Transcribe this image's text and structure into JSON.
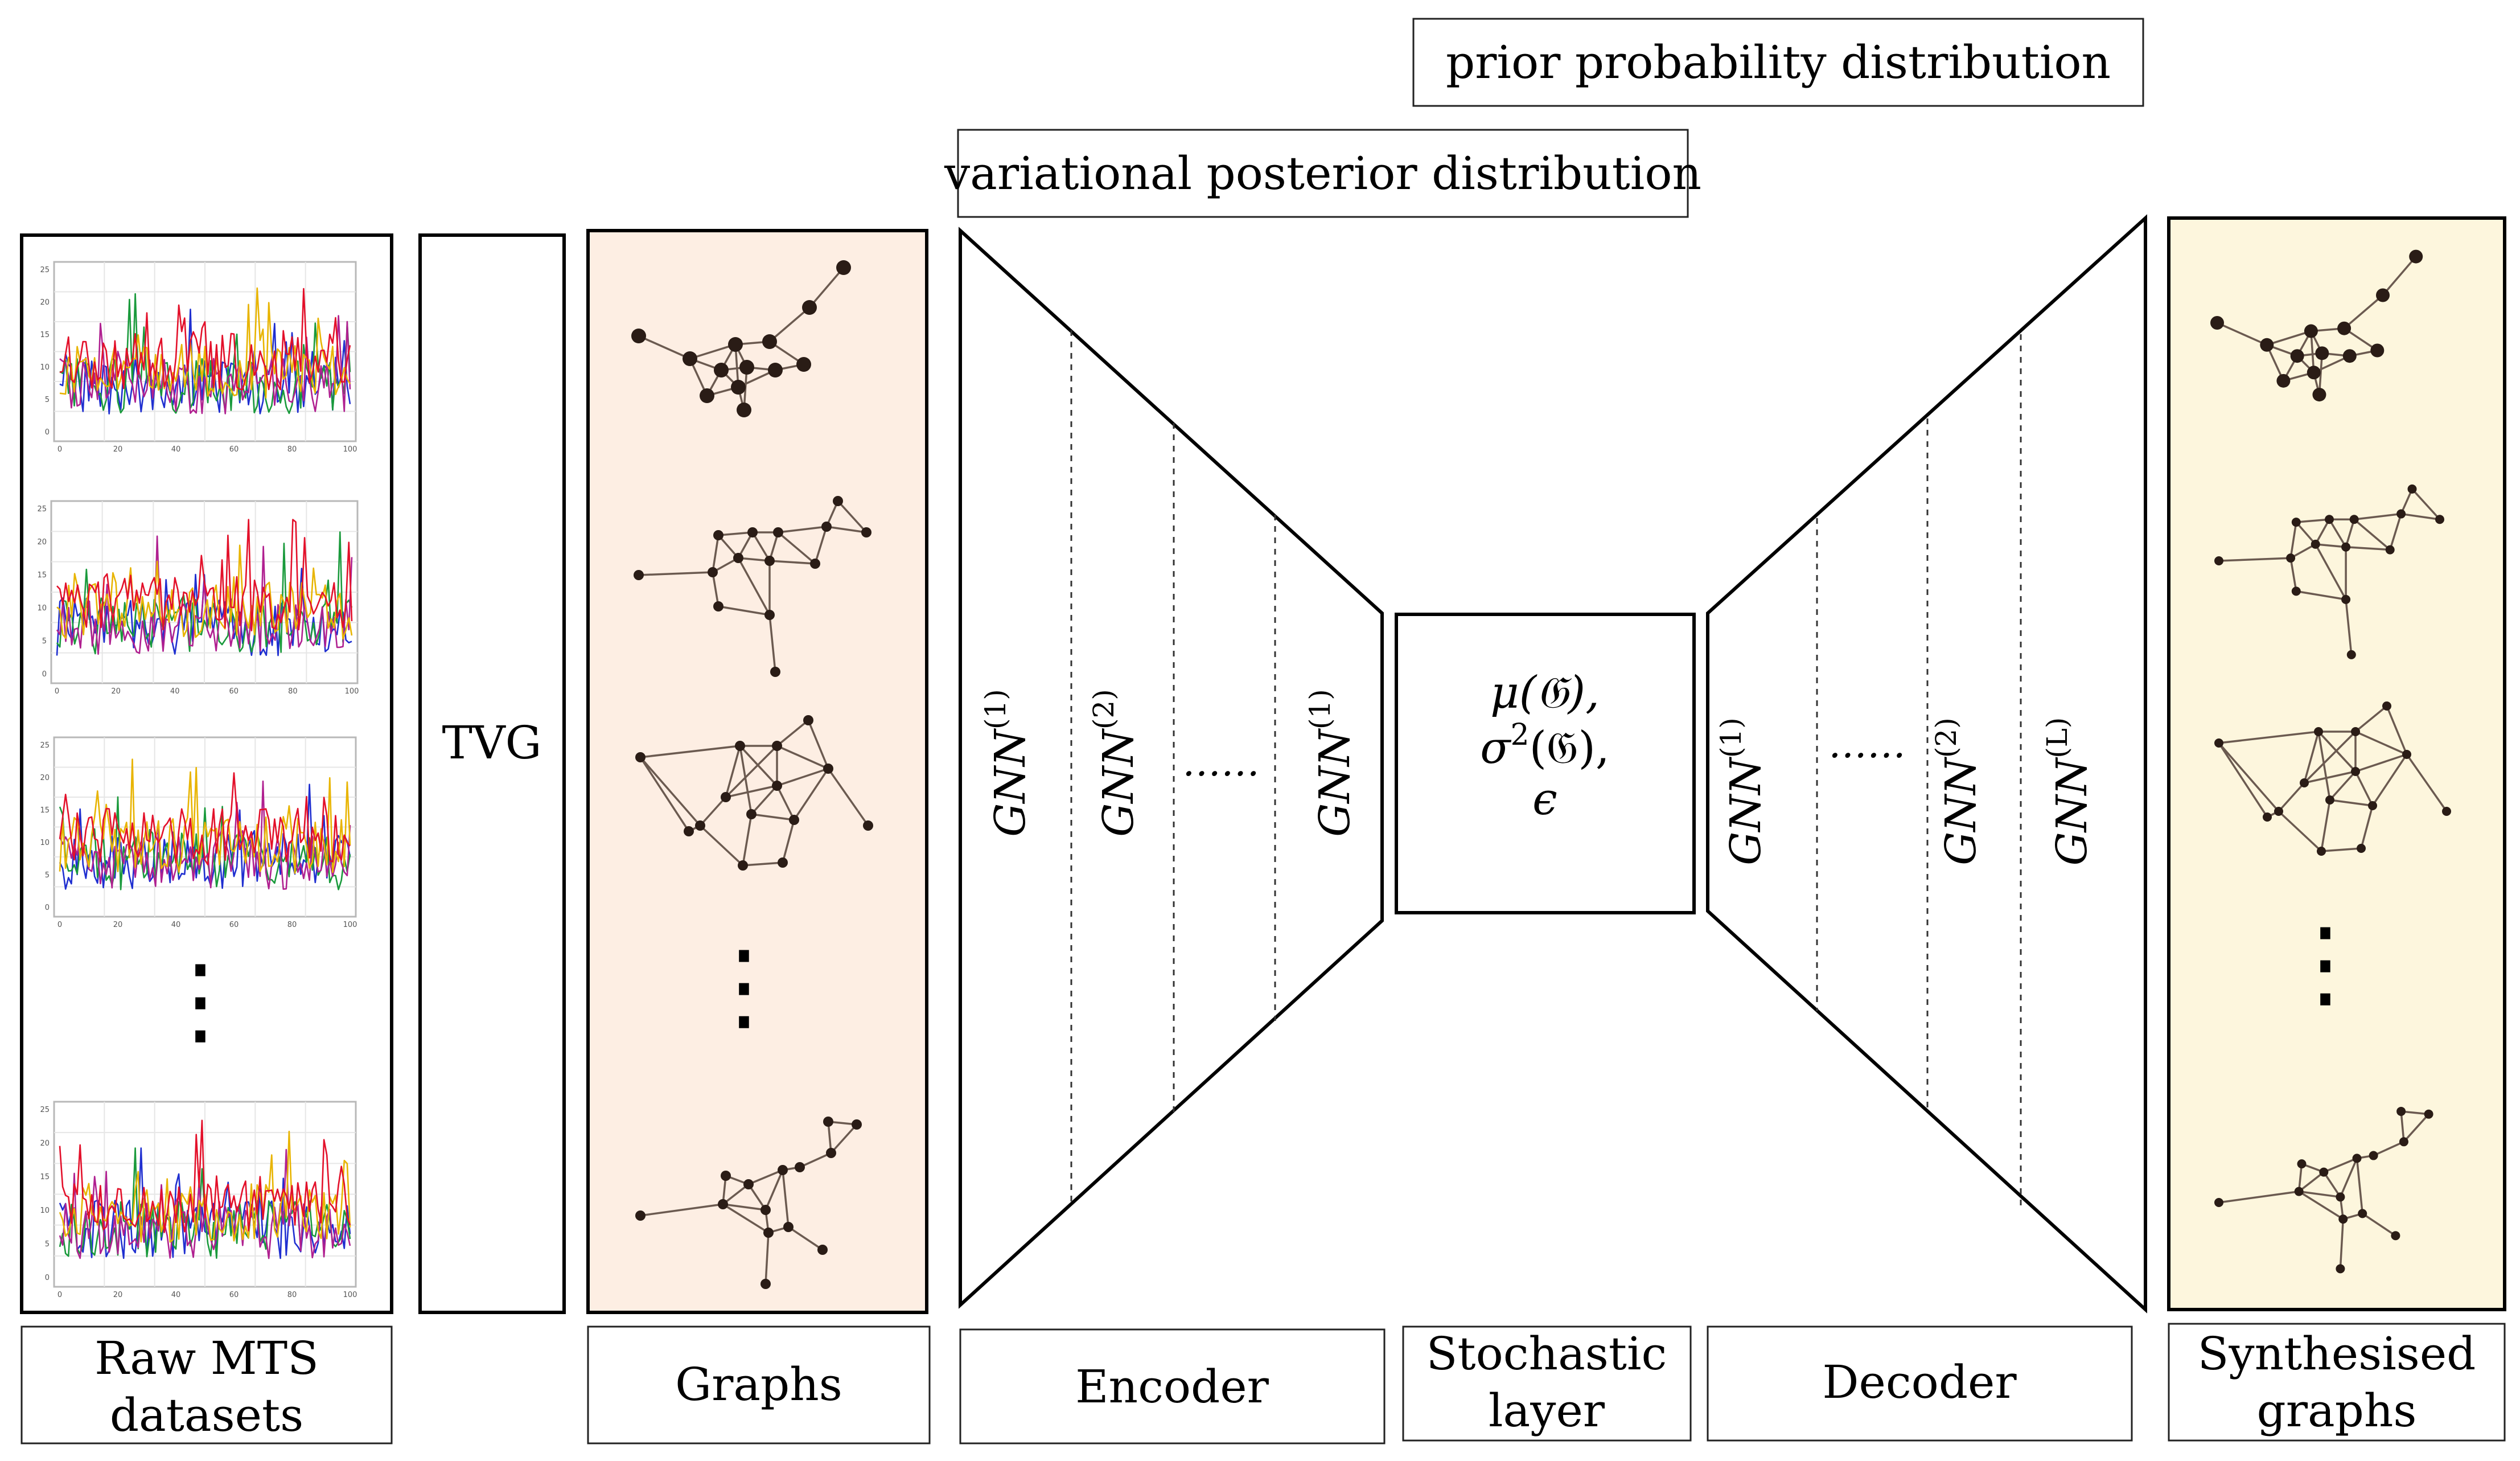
{
  "labels": {
    "raw_line1": "Raw MTS",
    "raw_line2": "datasets",
    "tvg": "TVG",
    "graphs": "Graphs",
    "encoder": "Encoder",
    "stochastic_line1": "Stochastic",
    "stochastic_line2": "layer",
    "decoder": "Decoder",
    "synth_line1": "Synthesised",
    "synth_line2": "graphs",
    "prior": "prior probability distribution",
    "posterior": "variational posterior distribution"
  },
  "stochastic": {
    "line1": "μ(𝔊),",
    "line2_pre": "σ",
    "line2_sup": "2",
    "line2_post": "(𝔊),",
    "line3": "ϵ"
  },
  "encoder_layers": [
    {
      "base": "GNN",
      "sup": "(1)"
    },
    {
      "base": "GNN",
      "sup": "(2)"
    },
    {
      "base": "……",
      "sup": ""
    },
    {
      "base": "GNN",
      "sup": "(1)"
    }
  ],
  "decoder_layers": [
    {
      "base": "GNN",
      "sup": "(1)"
    },
    {
      "base": "……",
      "sup": ""
    },
    {
      "base": "GNN",
      "sup": "(2)"
    },
    {
      "base": "GNN",
      "sup": "(L)"
    }
  ],
  "ellipsis_vertical": "⋮",
  "ts_ticks": {
    "y": [
      "0",
      "5",
      "10",
      "15",
      "20",
      "25"
    ],
    "x": [
      "0",
      "20",
      "40",
      "60",
      "80",
      "100"
    ]
  },
  "colors": {
    "graphs_panel_bg": "#fdeee3",
    "synth_panel_bg": "#fdf6dd",
    "edge": "#6b5a50",
    "node": "#2a1c16",
    "series": [
      "#e8b400",
      "#e3102a",
      "#1f2fd0",
      "#1a9a3c",
      "#b02090"
    ]
  }
}
